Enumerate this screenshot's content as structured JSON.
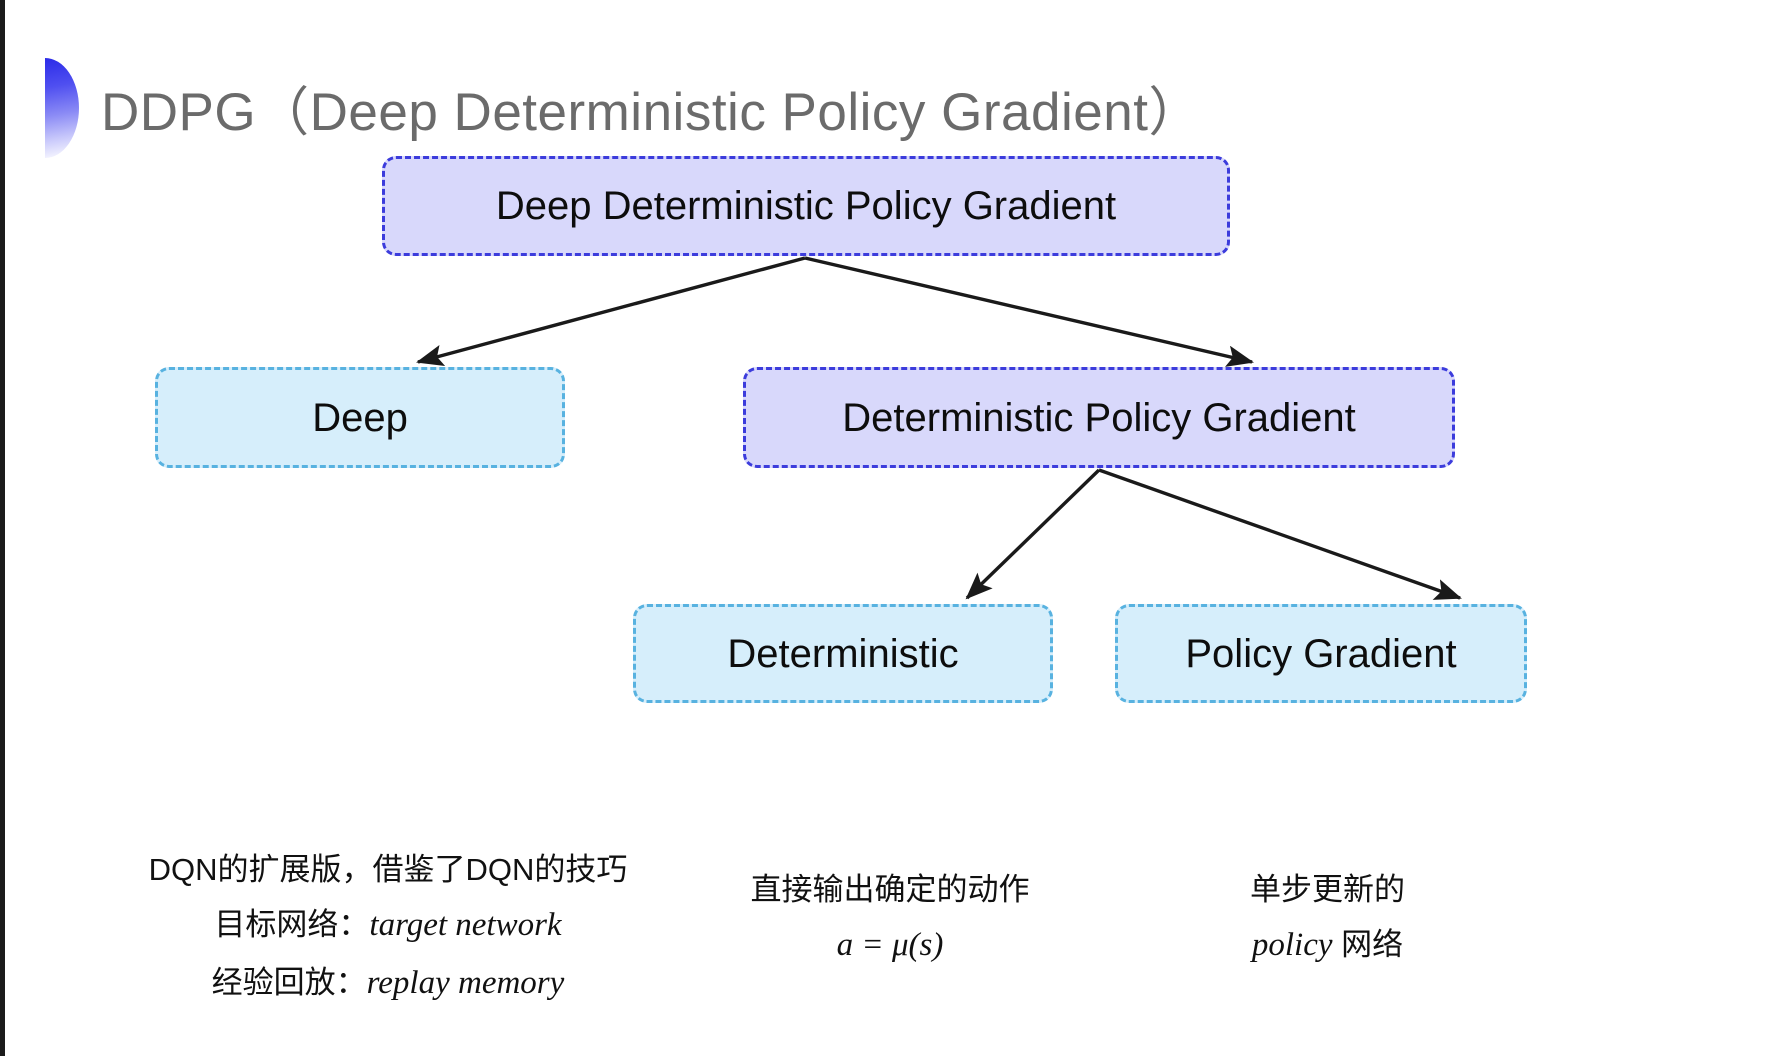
{
  "slide": {
    "title": "DDPG（Deep Deterministic Policy Gradient）",
    "bullet_icon": "half-circle-gradient-bullet",
    "background_color": "#ffffff"
  },
  "colors": {
    "purple_fill": "#d8d8fb",
    "purple_border": "#3c3cdc",
    "blue_fill": "#d6eefb",
    "blue_border": "#58b2e0",
    "title_text": "#6b6b6b",
    "body_text": "#111111",
    "connector": "#1a1a1a"
  },
  "diagram": {
    "nodes": [
      {
        "id": "root",
        "label": "Deep Deterministic Policy Gradient",
        "style": "purple"
      },
      {
        "id": "deep",
        "label": "Deep",
        "style": "blue"
      },
      {
        "id": "dpg",
        "label": "Deterministic Policy Gradient",
        "style": "purple"
      },
      {
        "id": "det",
        "label": "Deterministic",
        "style": "blue"
      },
      {
        "id": "pg",
        "label": "Policy Gradient",
        "style": "blue"
      }
    ],
    "edges": [
      {
        "from": "root",
        "to": "deep",
        "arrow": true
      },
      {
        "from": "root",
        "to": "dpg",
        "arrow": true
      },
      {
        "from": "dpg",
        "to": "det",
        "arrow": true
      },
      {
        "from": "dpg",
        "to": "pg",
        "arrow": true
      }
    ]
  },
  "captions": {
    "deep": {
      "line1": "DQN的扩展版，借鉴了DQN的技巧",
      "line2_cn": "目标网络：",
      "line2_en": "target network",
      "line3_cn": "经验回放：",
      "line3_en": "replay memory"
    },
    "deterministic": {
      "line1": "直接输出确定的动作",
      "line2": "a = μ(s)"
    },
    "policy_gradient": {
      "line1": "单步更新的",
      "line2_en": "policy",
      "line2_cn": " 网络"
    }
  }
}
